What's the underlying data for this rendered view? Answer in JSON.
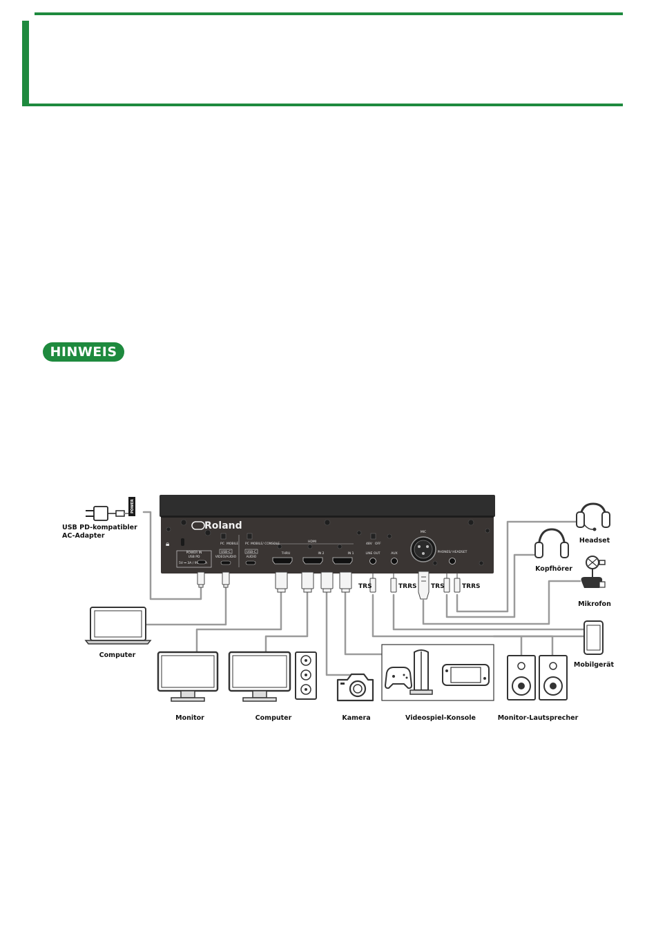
{
  "section": {
    "accent_color": "#1e8a3e"
  },
  "note": {
    "badge_label": "HINWEIS",
    "badge_color": "#1e8a3e"
  },
  "diagram": {
    "brand": "Roland",
    "panel_labels": {
      "power_in": "POWER IN",
      "usb_pd": "USB PD",
      "power_spec": "5V ⎓ 3A / 9V ⎓ 3A",
      "pc": "PC",
      "mobile": "MOBILE",
      "usb_c": "USB-C",
      "video_audio": "VIDEO/AUDIO",
      "pc2": "PC",
      "mobile_console": "MOBILE/ CONSOLE",
      "usb_c2": "USB-C",
      "audio": "AUDIO",
      "hdmi": "HDMI",
      "thru": "THRU",
      "in2": "IN 2",
      "in1": "IN 1",
      "v48": "48V",
      "off": "OFF",
      "line_out": "LINE OUT",
      "aux": "AUX",
      "mic": "MIC",
      "phones_headset": "PHONES/ HEADSET"
    },
    "plug_labels": {
      "trs_line_out": "TRS",
      "trrs_aux": "TRRS",
      "trs_phones": "TRS",
      "trrs_headset": "TRRS"
    },
    "adapter_tag": "POWER",
    "devices": {
      "adapter": "USB PD-kompatibler AC-Adapter",
      "laptop": "Computer",
      "monitor": "Monitor",
      "computer": "Computer",
      "camera": "Kamera",
      "console": "Videospiel-Konsole",
      "speakers": "Monitor-Lautsprecher",
      "headset": "Headset",
      "headphones": "Kopfhörer",
      "microphone": "Mikrofon",
      "mobile": "Mobilgerät"
    }
  }
}
